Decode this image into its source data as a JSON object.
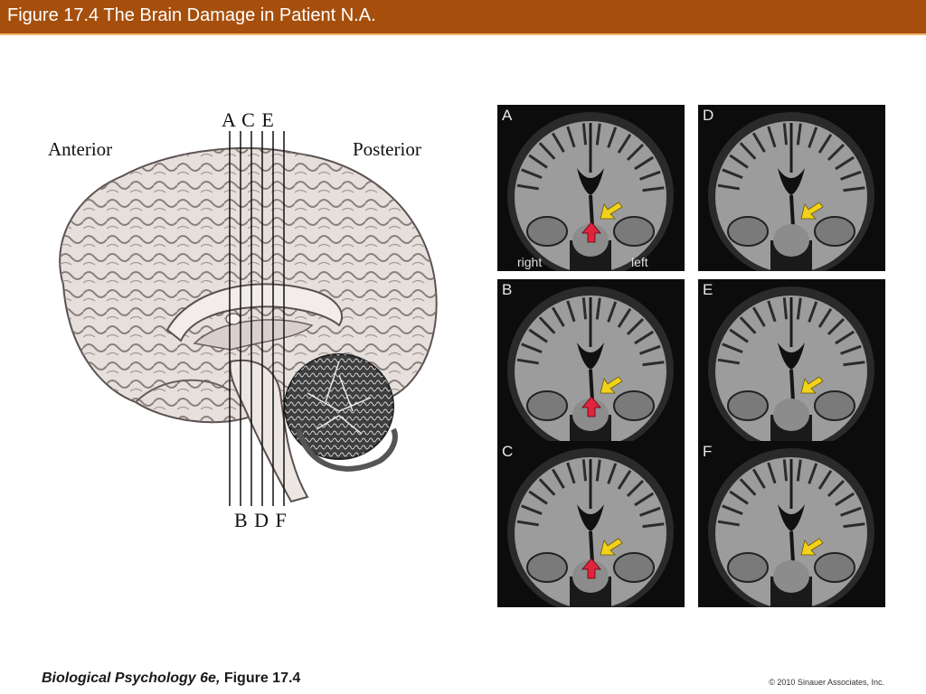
{
  "header": {
    "title": "Figure 17.4  The Brain Damage in Patient N.A."
  },
  "diagram": {
    "anterior_label": "Anterior",
    "posterior_label": "Posterior",
    "top_letters": "A C E",
    "bottom_letters": "B D F"
  },
  "scans": {
    "panels": [
      {
        "letter": "A",
        "right_label": "right",
        "left_label": "left"
      },
      {
        "letter": "B"
      },
      {
        "letter": "C"
      },
      {
        "letter": "D"
      },
      {
        "letter": "E"
      },
      {
        "letter": "F"
      }
    ]
  },
  "footer": {
    "book_title": "Biological Psychology 6e,",
    "figure_ref": " Figure 17.4",
    "copyright": "© 2010 Sinauer Associates, Inc."
  },
  "colors": {
    "header_bg": "#a64f0d",
    "arrow_red": "#e0243c",
    "arrow_yellow": "#f2d21a"
  }
}
